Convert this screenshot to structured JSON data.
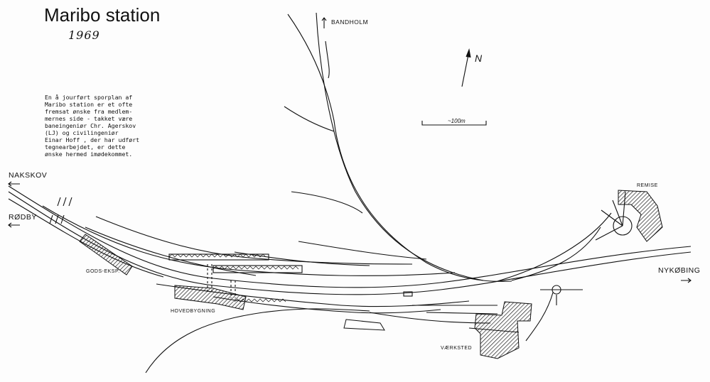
{
  "title": "Maribo station",
  "year": "1969",
  "note": "En å jourført sporplan af\nMaribo station er et ofte\nfremsat ønske fra medlem-\nmernes side - takket være\nbaneingeniør Chr. Agerskov\n(LJ) og civilingeniør\nEinar Hoff , der har udført\ntegnearbejdet, er dette\nønske hermed imødekommet.",
  "destinations": {
    "bandholm": "BANDHOLM",
    "nakskov": "NAKSKOV",
    "rodby": "RØDBY",
    "nykobing": "NYKØBING"
  },
  "buildings": {
    "remise": "REMISE",
    "gods_eksp": "GODS-EKSP.",
    "hovedbygning": "HOVEDBYGNING",
    "vaerksted": "VÆRKSTED"
  },
  "north_label": "N",
  "scale_label": "~100m",
  "colors": {
    "ink": "#111111",
    "paper": "#fdfdfd"
  }
}
